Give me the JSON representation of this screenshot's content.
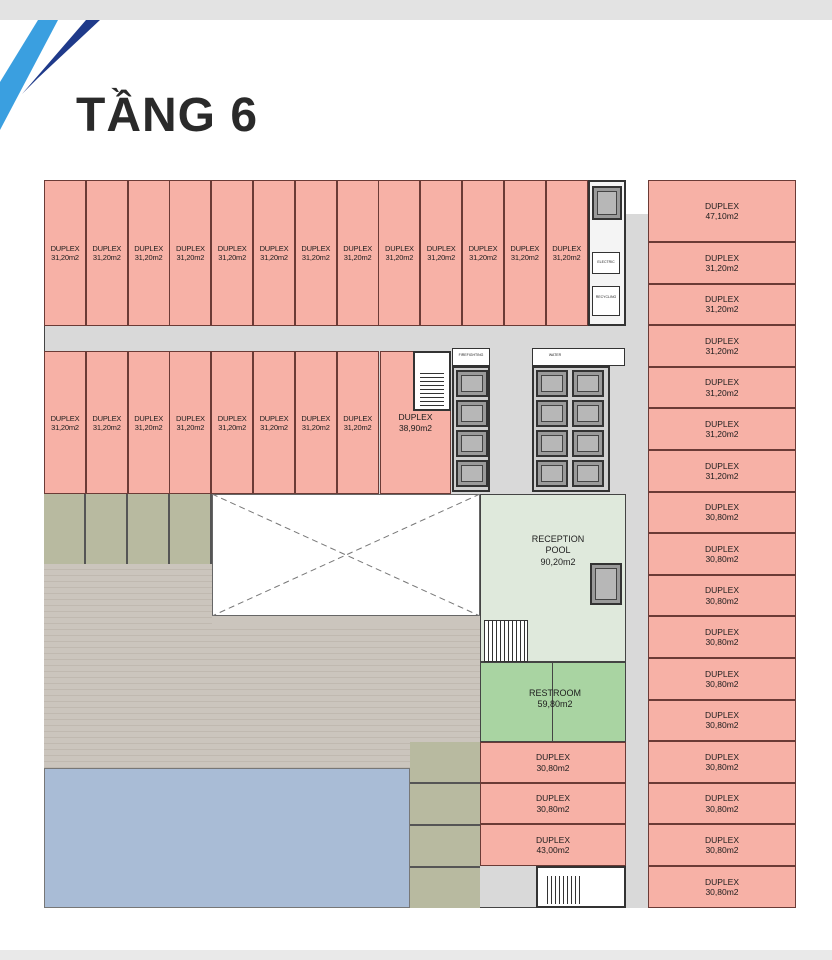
{
  "title": "TẦNG 6",
  "colors": {
    "unit_fill": "#f7b1a6",
    "unit_border": "#6b3b36",
    "corridor": "#d9d9d9",
    "green_space": "#dfe9dc",
    "restroom": "#a9d4a2",
    "pool_blue": "#a9bcd6",
    "deck": "#cbc5bd",
    "planter": "#b8baa0",
    "stripe_dark": "#1f3a8a",
    "stripe_light": "#3a9fe0"
  },
  "unit_name": "DUPLEX",
  "top_row_units": [
    "31,20m2",
    "31,20m2",
    "31,20m2",
    "31,20m2",
    "31,20m2",
    "31,20m2",
    "31,20m2",
    "31,20m2",
    "31,20m2",
    "31,20m2",
    "31,20m2",
    "31,20m2",
    "31,20m2"
  ],
  "second_row_units": [
    "31,20m2",
    "31,20m2",
    "31,20m2",
    "31,20m2",
    "31,20m2",
    "31,20m2",
    "31,20m2",
    "31,20m2"
  ],
  "second_row_large": {
    "name": "DUPLEX",
    "area": "38,90m2"
  },
  "right_column_units": [
    {
      "name": "DUPLEX",
      "area": "47,10m2"
    },
    {
      "name": "DUPLEX",
      "area": "31,20m2"
    },
    {
      "name": "DUPLEX",
      "area": "31,20m2"
    },
    {
      "name": "DUPLEX",
      "area": "31,20m2"
    },
    {
      "name": "DUPLEX",
      "area": "31,20m2"
    },
    {
      "name": "DUPLEX",
      "area": "31,20m2"
    },
    {
      "name": "DUPLEX",
      "area": "31,20m2"
    },
    {
      "name": "DUPLEX",
      "area": "30,80m2"
    },
    {
      "name": "DUPLEX",
      "area": "30,80m2"
    },
    {
      "name": "DUPLEX",
      "area": "30,80m2"
    },
    {
      "name": "DUPLEX",
      "area": "30,80m2"
    },
    {
      "name": "DUPLEX",
      "area": "30,80m2"
    },
    {
      "name": "DUPLEX",
      "area": "30,80m2"
    },
    {
      "name": "DUPLEX",
      "area": "30,80m2"
    },
    {
      "name": "DUPLEX",
      "area": "30,80m2"
    },
    {
      "name": "DUPLEX",
      "area": "30,80m2"
    },
    {
      "name": "DUPLEX",
      "area": "30,80m2"
    }
  ],
  "center_units": [
    {
      "name": "DUPLEX",
      "area": "30,80m2"
    },
    {
      "name": "DUPLEX",
      "area": "30,80m2"
    },
    {
      "name": "DUPLEX",
      "area": "43,00m2"
    }
  ],
  "reception": {
    "line1": "RECEPTION",
    "line2": "POOL",
    "area": "90,20m2"
  },
  "restroom": {
    "name": "RESTROOM",
    "area": "59,80m2"
  },
  "service_labels": {
    "electric": "ELECTRIC",
    "recycling": "RECYCLING",
    "firefighting": "FIREFIGHTING",
    "water": "WATER"
  }
}
